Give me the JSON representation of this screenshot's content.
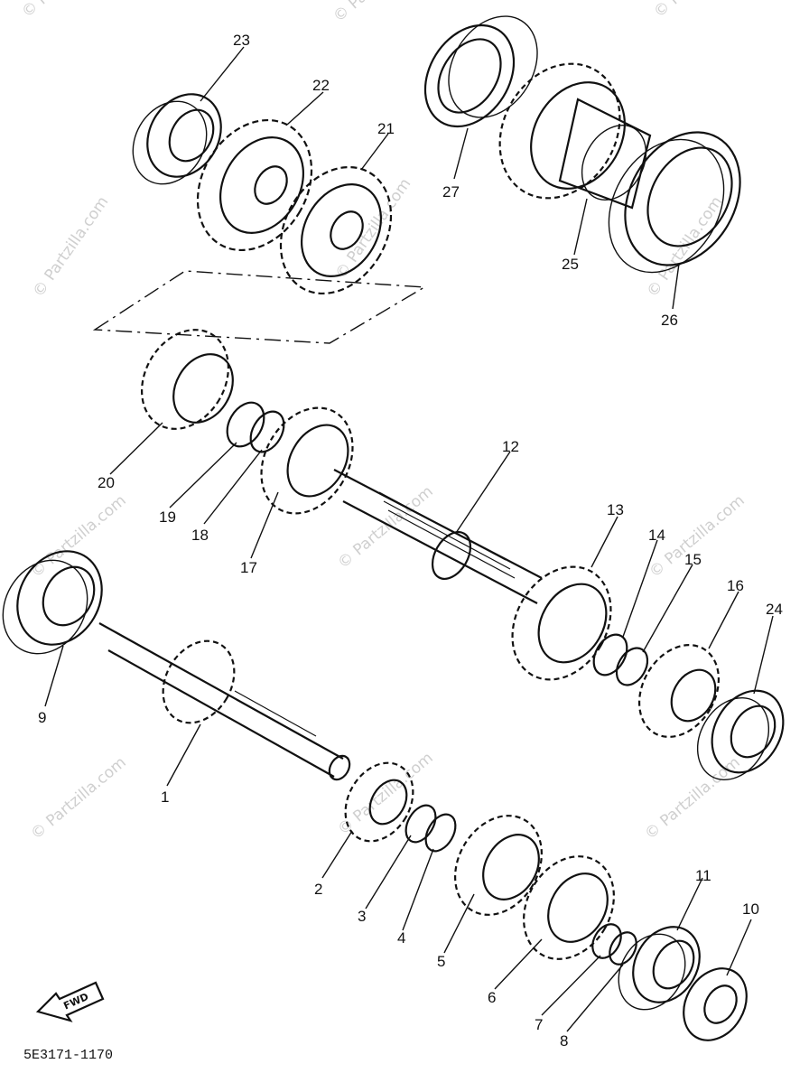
{
  "diagram": {
    "drawing_code": "5E3171-1170",
    "fwd_label": "FWD",
    "watermark_text": "© Partzilla.com",
    "ink_color": "#111111",
    "watermark_color": "#cfcfcf",
    "parts": [
      {
        "number": "1"
      },
      {
        "number": "2"
      },
      {
        "number": "3"
      },
      {
        "number": "4"
      },
      {
        "number": "5"
      },
      {
        "number": "6"
      },
      {
        "number": "7"
      },
      {
        "number": "8"
      },
      {
        "number": "9"
      },
      {
        "number": "10"
      },
      {
        "number": "11"
      },
      {
        "number": "12"
      },
      {
        "number": "13"
      },
      {
        "number": "14"
      },
      {
        "number": "15"
      },
      {
        "number": "16"
      },
      {
        "number": "17"
      },
      {
        "number": "18"
      },
      {
        "number": "19"
      },
      {
        "number": "20"
      },
      {
        "number": "21"
      },
      {
        "number": "22"
      },
      {
        "number": "23"
      },
      {
        "number": "24"
      },
      {
        "number": "25"
      },
      {
        "number": "26"
      },
      {
        "number": "27"
      }
    ]
  }
}
